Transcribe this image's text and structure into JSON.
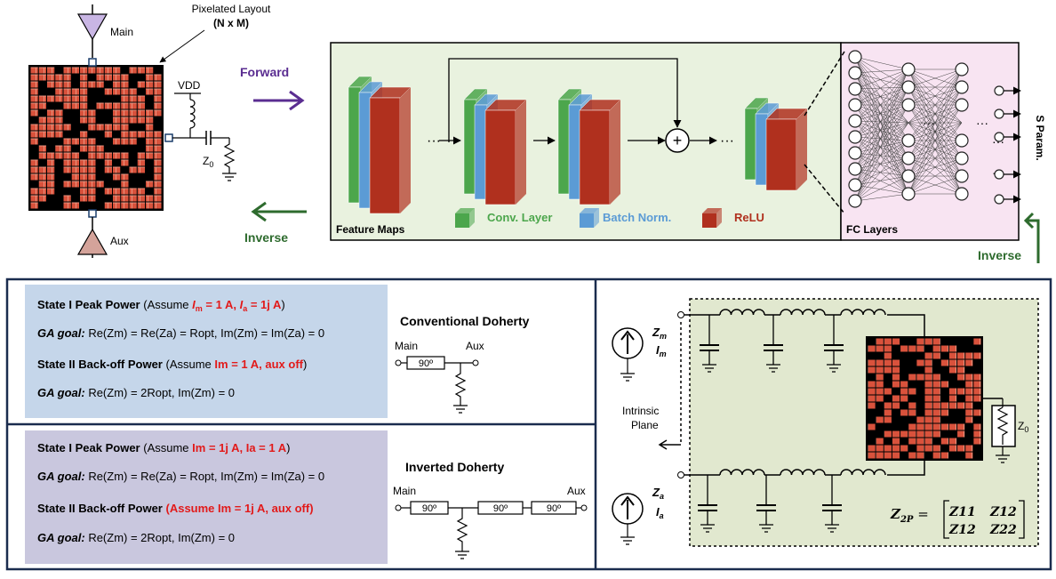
{
  "top": {
    "layout_label_1": "Pixelated Layout",
    "layout_label_2": "(N x M)",
    "main_label": "Main",
    "aux_label": "Aux",
    "vdd_label": "VDD",
    "z0_label": "Z",
    "z0_sub": "0",
    "forward_label": "Forward",
    "inverse_left_label": "Inverse",
    "inverse_right_label": "Inverse",
    "feature_maps_label": "Feature Maps",
    "fc_layers_label": "FC Layers",
    "s_param_label": "S Param.",
    "legend": {
      "conv": "Conv. Layer",
      "batch": "Batch Norm.",
      "relu": "ReLU"
    },
    "plus_symbol": "+",
    "dots": "···",
    "colors": {
      "conv": "#4ca64c",
      "batch": "#5b9bd5",
      "relu": "#b0301e",
      "forward": "#5a2d91",
      "inverse": "#2e6b2e",
      "cnn_bg": "#e9f2df",
      "fc_bg": "#f8e4f2"
    }
  },
  "bottom": {
    "conv_box": {
      "state1_title": "State I Peak Power",
      "state1_assume_prefix": "(Assume ",
      "state1_assume_red": "I",
      "state1_assume_red_sub": "m",
      "state1_assume_red_2": " = 1 A, ",
      "state1_assume_red_3": "I",
      "state1_assume_red_3_sub": "a",
      "state1_assume_red_4": " = 1j A",
      "state1_assume_suffix": ")",
      "ga_goal_label": "GA goal:",
      "ga1_text": "Re(Zm) = Re(Za) = Ropt, Im(Zm) = Im(Za) = 0",
      "state2_title": "State II Back-off Power",
      "state2_assume_prefix": "(Assume ",
      "state2_assume_red": "Im = 1 A, aux off",
      "state2_assume_suffix": ")",
      "ga2_text": "Re(Zm) = 2Ropt, Im(Zm) = 0"
    },
    "inv_box": {
      "state1_title": "State I Peak Power",
      "state1_assume_prefix": "(Assume ",
      "state1_assume_red": "Im = 1j A, Ia = 1 A",
      "state1_assume_suffix": ")",
      "ga_goal_label": "GA goal:",
      "ga1_text": "Re(Zm) = Re(Za) = Ropt, Im(Zm) = Im(Za) = 0",
      "state2_title": "State II Back-off Power",
      "state2_assume_red": "(Assume Im = 1j A, aux off)",
      "ga2_text": "Re(Zm) = 2Ropt, Im(Zm) = 0"
    },
    "conv_doherty": {
      "title": "Conventional Doherty",
      "main": "Main",
      "aux": "Aux",
      "line": "90º"
    },
    "inv_doherty": {
      "title": "Inverted Doherty",
      "main": "Main",
      "aux": "Aux",
      "line1": "90º",
      "line2": "90º",
      "line3": "90º"
    },
    "circuit": {
      "zm": "Z",
      "zm_sub": "m",
      "im": "I",
      "im_sub": "m",
      "za": "Z",
      "za_sub": "a",
      "ia": "I",
      "ia_sub": "a",
      "intrinsic_1": "Intrinsic",
      "intrinsic_2": "Plane",
      "z0": "Z",
      "z0_sub": "0",
      "z2p": "Z",
      "z2p_sub": "2P",
      "z2p_eq": " =",
      "m11": "Z11",
      "m12a": "Z12",
      "m12b": "Z12",
      "m22": "Z22"
    }
  }
}
